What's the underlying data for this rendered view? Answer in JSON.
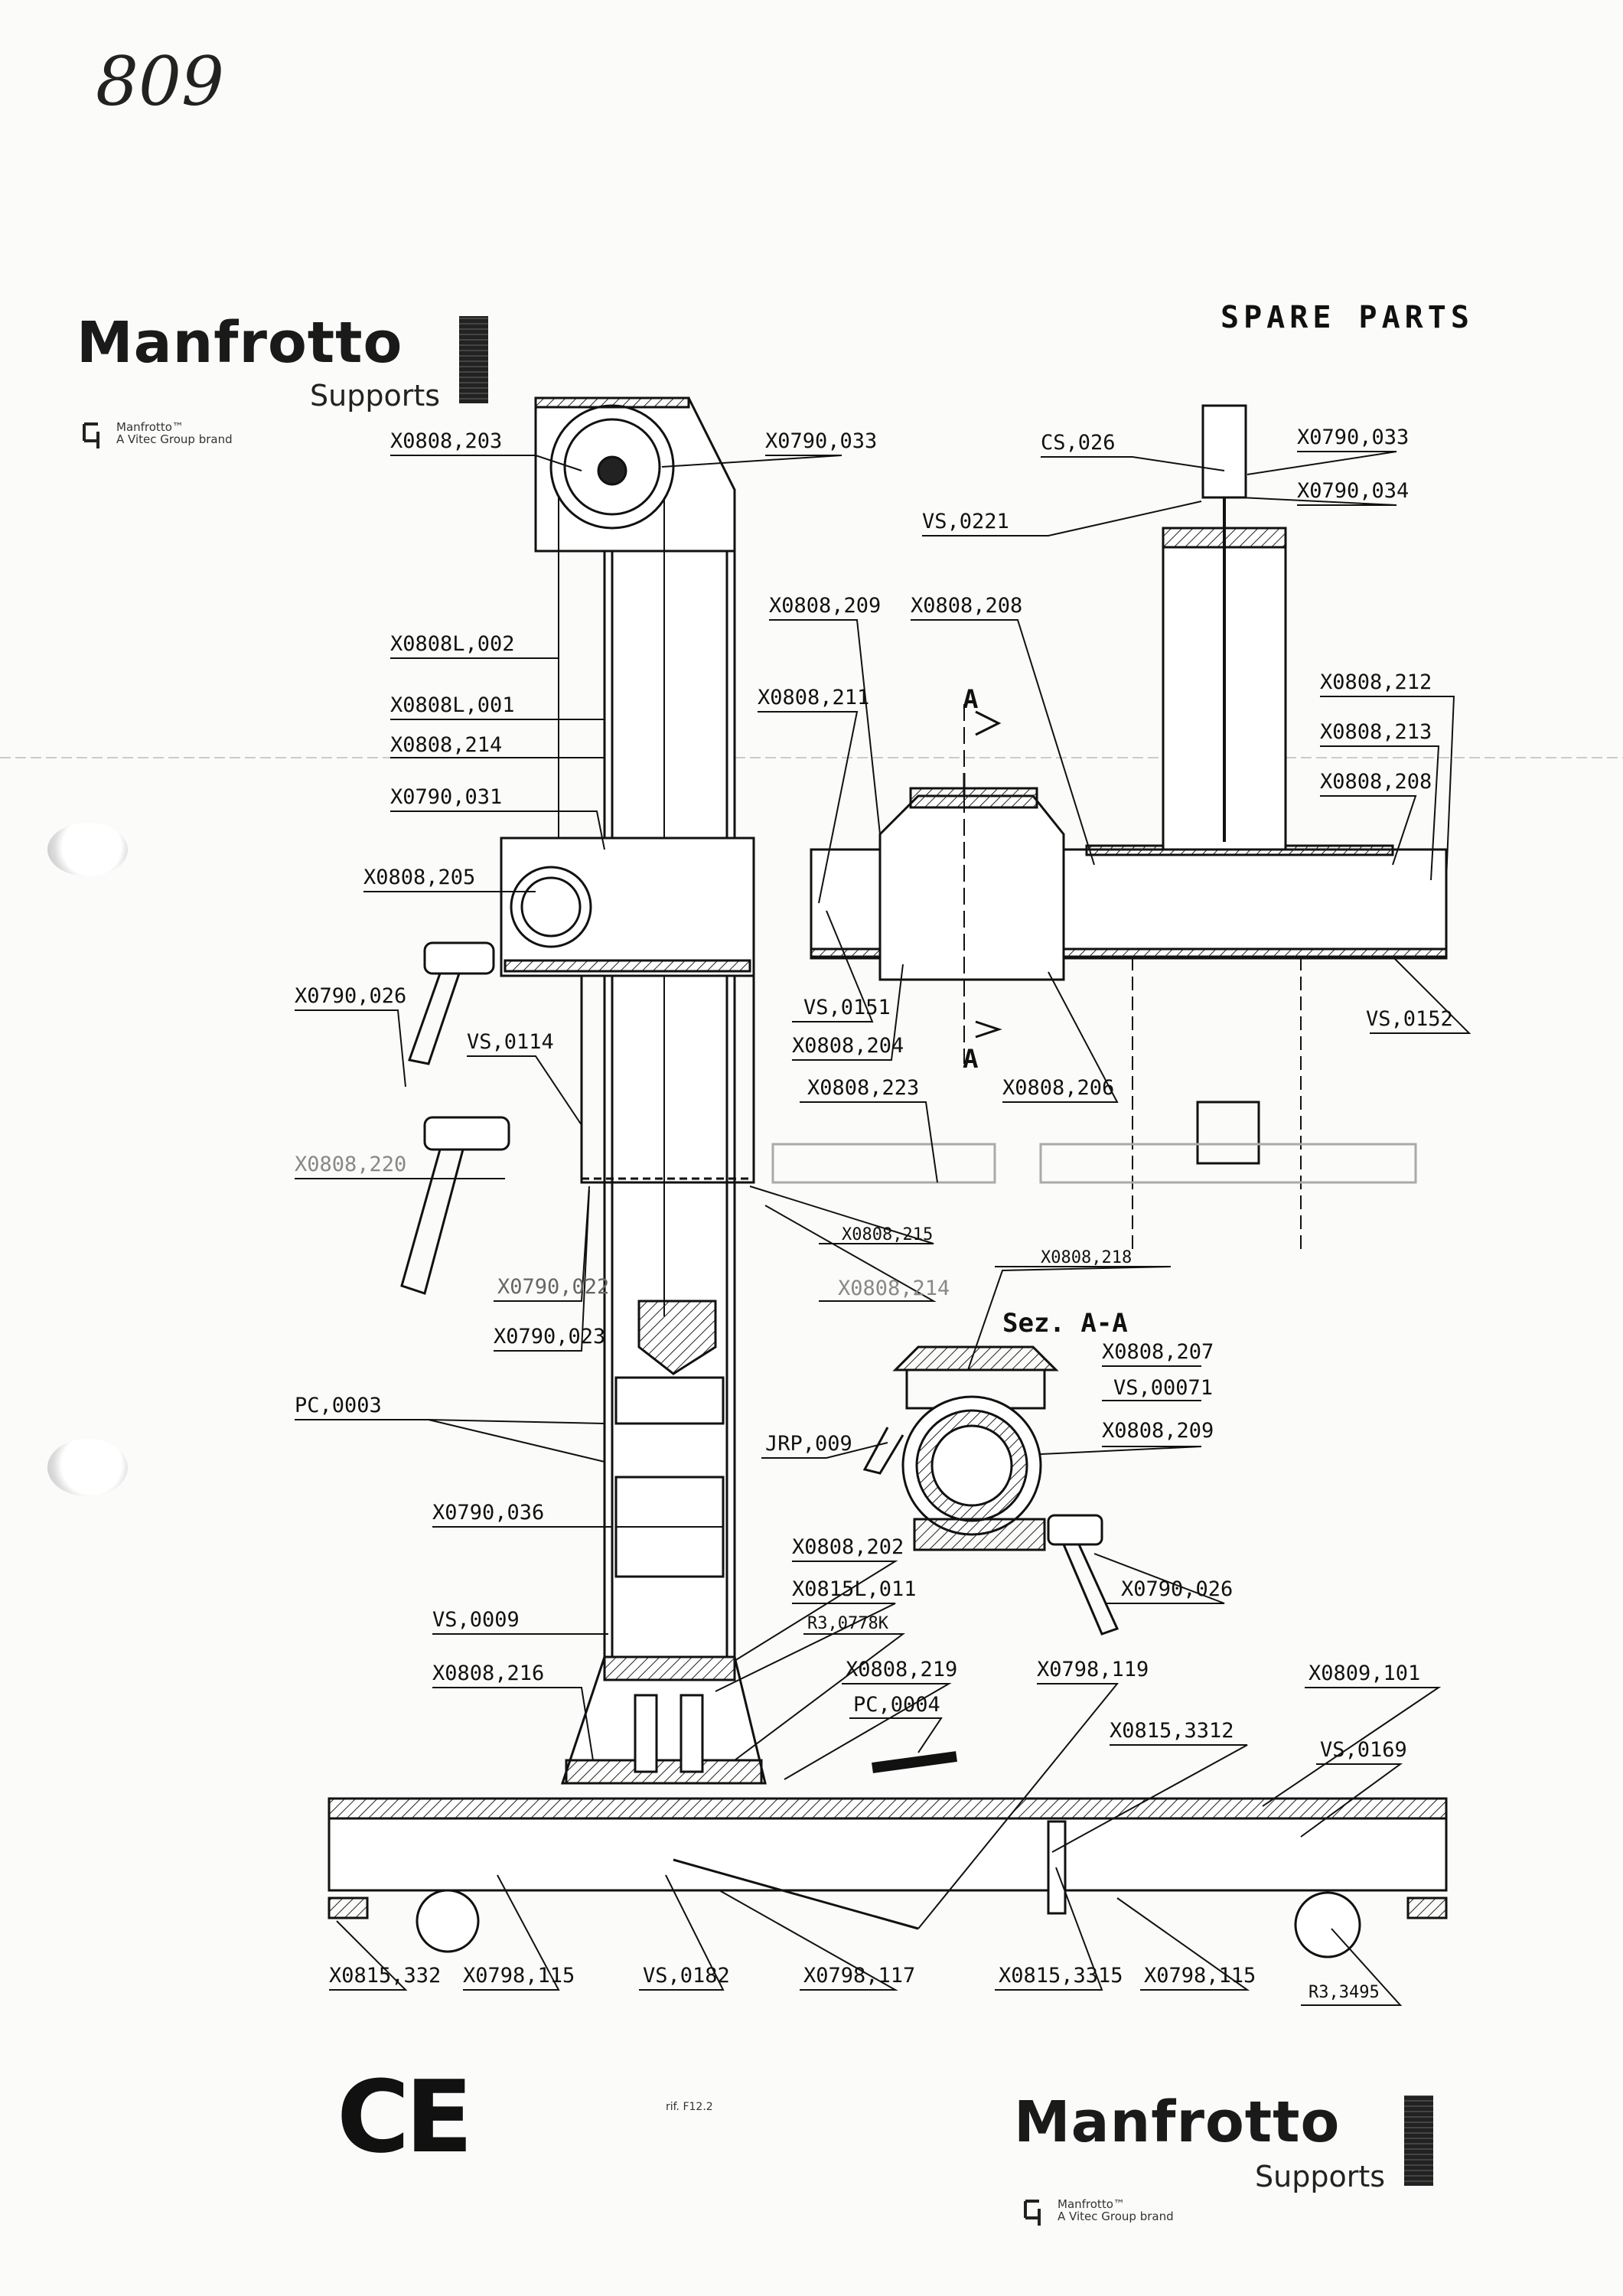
{
  "handwritten_note": "809",
  "header": {
    "brand": "Manfrotto",
    "brand_sub": "Supports",
    "vitec_line1": "Manfrotto™",
    "vitec_line2": "A Vitec Group brand",
    "title": "SPARE PARTS"
  },
  "footer": {
    "ce_mark": "CE",
    "doc_ref": "rif. F12.2",
    "brand": "Manfrotto",
    "brand_sub": "Supports",
    "vitec_line1": "Manfrotto™",
    "vitec_line2": "A Vitec Group brand"
  },
  "section_label": "Sez. A-A",
  "section_marker": "A",
  "parts": {
    "X0808_203": "X0808,203",
    "X0790_033_a": "X0790,033",
    "CS_026": "CS,026",
    "X0790_033_b": "X0790,033",
    "X0790_034": "X0790,034",
    "VS_0221": "VS,0221",
    "X0808_209_a": "X0808,209",
    "X0808_208_a": "X0808,208",
    "X0808L_002": "X0808L,002",
    "X0808L_001": "X0808L,001",
    "X0808_214_a": "X0808,214",
    "X0790_031": "X0790,031",
    "X0808_205": "X0808,205",
    "X0808_211": "X0808,211",
    "X0808_212": "X0808,212",
    "X0808_213": "X0808,213",
    "X0808_208_b": "X0808,208",
    "X0790_026_a": "X0790,026",
    "VS_0114": "VS,0114",
    "VS_0151": "VS,0151",
    "X0808_204": "X0808,204",
    "X0808_223": "X0808,223",
    "X0808_206": "X0808,206",
    "VS_0152": "VS,0152",
    "X0808_220": "X0808,220",
    "X0808_215": "X0808,215",
    "X0808_214_b": "X0808,214",
    "X0808_218": "X0808,218",
    "X0790_022": "X0790,022",
    "X0790_023": "X0790,023",
    "X0808_207": "X0808,207",
    "VS_00071": "VS,00071",
    "PC_0003": "PC,0003",
    "JRP_009": "JRP,009",
    "X0808_209_b": "X0808,209",
    "X0790_036": "X0790,036",
    "X0808_202": "X0808,202",
    "X0815L_011": "X0815L,011",
    "X0790_026_b": "X0790,026",
    "VS_0009": "VS,0009",
    "R3_0778K": "R3,0778K",
    "X0808_216": "X0808,216",
    "X0808_219": "X0808,219",
    "X0798_119": "X0798,119",
    "X0809_101": "X0809,101",
    "PC_0004": "PC,0004",
    "X0815_3312": "X0815,3312",
    "VS_0169": "VS,0169",
    "X0815_332": "X0815,332",
    "X0798_115_a": "X0798,115",
    "VS_0182": "VS,0182",
    "X0798_117": "X0798,117",
    "X0815_3315": "X0815,3315",
    "X0798_115_b": "X0798,115",
    "R3_3495": "R3,3495"
  }
}
